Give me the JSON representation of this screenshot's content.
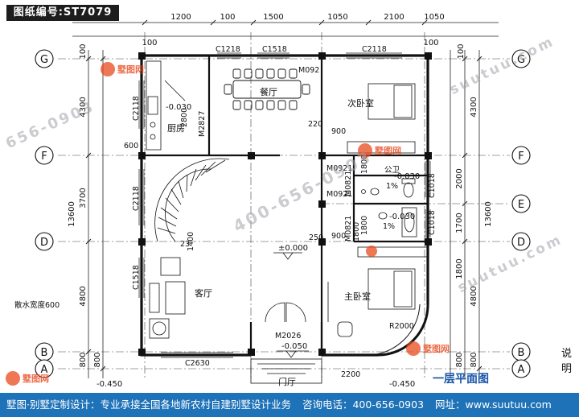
{
  "drawing_code": "图纸编号:ST7079",
  "plan_title": "一层平面图",
  "right_note": "说明",
  "footer": {
    "part1": "墅图·别墅定制设计：专业承接全国各地新农村自建别墅设计业务",
    "part2": "咨询电话：400-656-0903",
    "part3": "网址：www.suutuu.com"
  },
  "watermarks": {
    "phone": "400-656-0903",
    "phone_partial": "656-0903",
    "site": "suutuu.com"
  },
  "logo_text": "墅图网",
  "grid_axes": {
    "left": [
      "G",
      "F",
      "D",
      "B",
      "A"
    ],
    "right": [
      "G",
      "F",
      "E",
      "D",
      "B",
      "A"
    ]
  },
  "top_dims": [
    "1200",
    "100",
    "1500",
    "1050",
    "2100",
    "1050",
    "100",
    "100"
  ],
  "left_dims": [
    "100",
    "4300",
    "3700",
    "13600",
    "4800",
    "800",
    "800"
  ],
  "right_dims": [
    "100",
    "4300",
    "2000",
    "1700",
    "13600",
    "1800",
    "4800",
    "800",
    "800"
  ],
  "rooms": {
    "dining": "餐厅",
    "kitchen": "厨房",
    "second_bedroom": "次卧室",
    "living": "客厅",
    "master_bedroom": "主卧室",
    "gate": "门厅"
  },
  "labels": {
    "c1218": "C1218",
    "c1518_top": "C1518",
    "c2118_top": "C2118",
    "m092": "M092",
    "c2118_kitchen": "C2118",
    "m2827": "M2827",
    "c2118_left": "C2118",
    "c1518_left": "C1518",
    "m0921_a": "M0921",
    "m0821_a": "M0821",
    "m0921_b": "M0921",
    "m0821_b": "M0821",
    "c1018_a": "C1018",
    "c1018_b": "C1018",
    "m2026": "M2026",
    "c2630": "C2630",
    "r2000": "R2000",
    "elev_zero": "±0.000",
    "elev_m050": "-0.050",
    "elev_m450_left": "-0.450",
    "elev_m450_right": "-0.450",
    "elev_m030_kitchen": "-0.030",
    "elev_m030_bath1": "-0.030",
    "elev_m030_bath2": "-0.030",
    "toilet_label": "公卫",
    "slope1": "1%",
    "slope2": "1%",
    "stairs_count": "23",
    "gutter": "散水宽度600",
    "d2800": "2800",
    "d220": "220",
    "d900_a": "900",
    "d900_b": "900",
    "d250": "250",
    "d1400": "1400",
    "d2200": "2200",
    "d600": "600",
    "d1800": "1800",
    "d1800b": "1800",
    "d1800c": "1800"
  }
}
